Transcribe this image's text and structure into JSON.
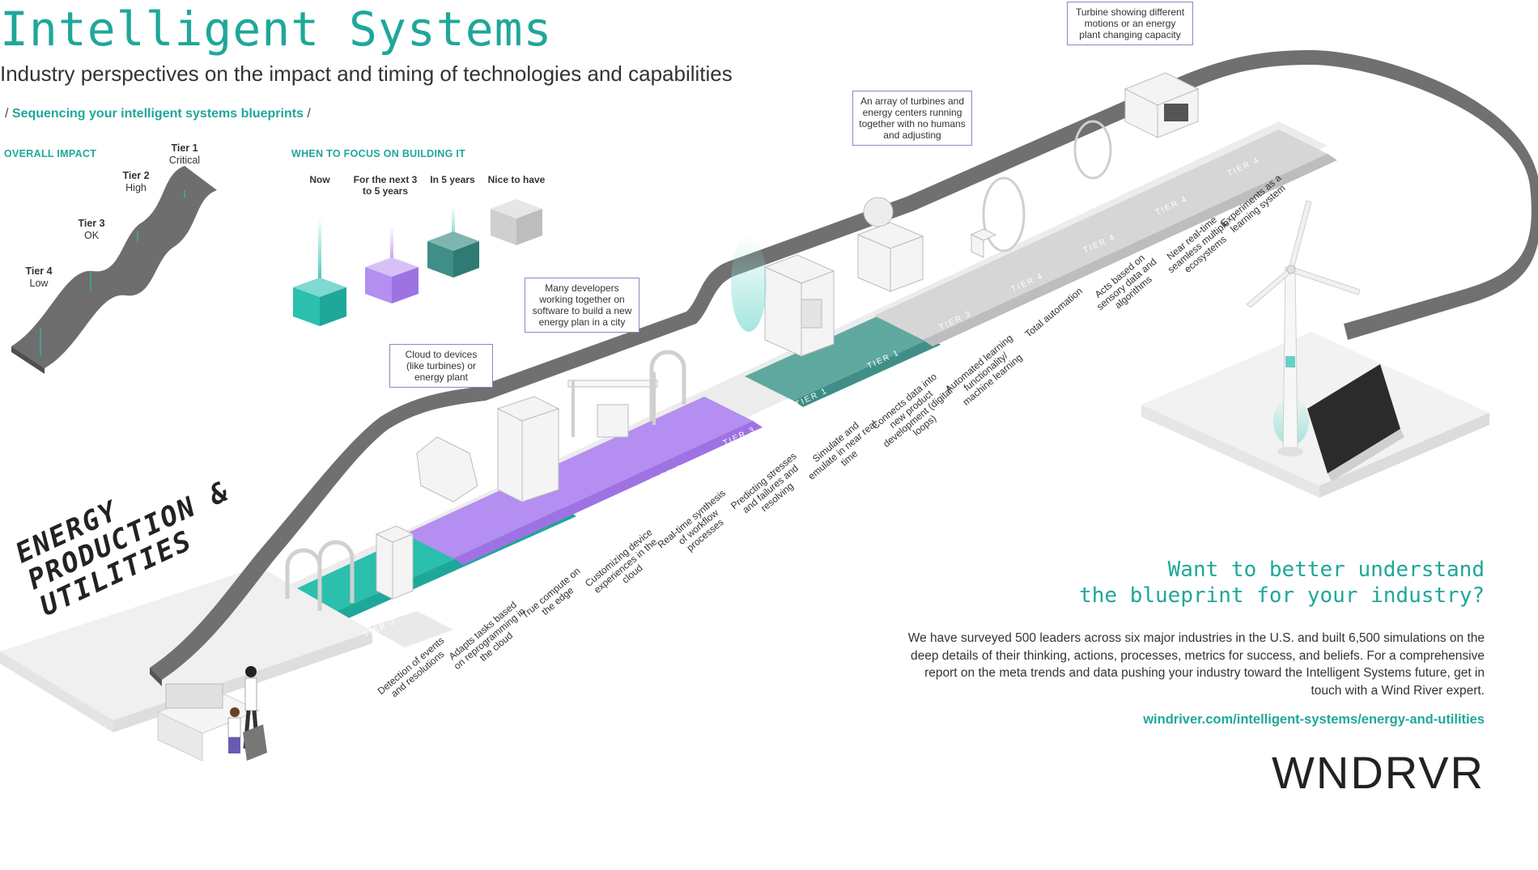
{
  "header": {
    "title": "Intelligent Systems",
    "subtitle": "Industry perspectives on the impact and timing of technologies and capabilities",
    "breadcrumb_prefix": "/ ",
    "breadcrumb_link": "Sequencing your intelligent systems blueprints",
    "breadcrumb_suffix": " /"
  },
  "legend": {
    "overall_impact_heading": "OVERALL IMPACT",
    "impact_tiers": [
      {
        "tier": "Tier 1",
        "level": "Critical"
      },
      {
        "tier": "Tier 2",
        "level": "High"
      },
      {
        "tier": "Tier 3",
        "level": "OK"
      },
      {
        "tier": "Tier 4",
        "level": "Low"
      }
    ],
    "focus_heading": "WHEN TO FOCUS ON BUILDING IT",
    "focus_options": [
      {
        "label": "Now",
        "color": "#2bbfae"
      },
      {
        "label": "For the next 3 to 5 years",
        "color": "#b48ef0"
      },
      {
        "label": "In 5 years",
        "color": "#3f8f88"
      },
      {
        "label": "Nice to have",
        "color": "#bdbdbd"
      }
    ]
  },
  "industry_label": "ENERGY PRODUCTION & UTILITIES",
  "callouts": [
    {
      "text": "Cloud to devices (like turbines) or energy plant"
    },
    {
      "text": "Many developers working together on software to build a new energy plan in a city"
    },
    {
      "text": "An array of turbines and energy centers running together with no humans and adjusting"
    },
    {
      "text": "Turbine showing different motions or an energy plant changing capacity"
    }
  ],
  "capabilities": [
    {
      "label": "Detection of events and resolutions",
      "tier": "TIER 2",
      "focus": "Now"
    },
    {
      "label": "Adapts tasks based on reprogramming in the cloud",
      "tier": "TIER 3",
      "focus": "Now"
    },
    {
      "label": "True compute on the edge",
      "tier": "TIER 1",
      "focus": "For the next 3 to 5 years"
    },
    {
      "label": "Customizing device experiences in the cloud",
      "tier": "TIER 2",
      "focus": "For the next 3 to 5 years"
    },
    {
      "label": "Real-time synthesis of workflow processes",
      "tier": "TIER 3",
      "focus": "For the next 3 to 5 years"
    },
    {
      "label": "Predicting stresses and failures and resolving",
      "tier": "TIER 3",
      "focus": "For the next 3 to 5 years"
    },
    {
      "label": "Simulate and emulate in near real time",
      "tier": "TIER 1",
      "focus": "In 5 years"
    },
    {
      "label": "Connects data into new product development (digital loops)",
      "tier": "TIER 1",
      "focus": "In 5 years"
    },
    {
      "label": "Automated learning functionality/ machine learning",
      "tier": "TIER 3",
      "focus": "Nice to have"
    },
    {
      "label": "Total automation",
      "tier": "TIER 4",
      "focus": "Nice to have"
    },
    {
      "label": "Acts based on sensory data and algorithms",
      "tier": "TIER 4",
      "focus": "Nice to have"
    },
    {
      "label": "Near real-time seamless multiple ecosystems",
      "tier": "TIER 4",
      "focus": "Nice to have"
    },
    {
      "label": "Experiments as a learning system",
      "tier": "TIER 4",
      "focus": "Nice to have"
    }
  ],
  "cta": {
    "heading_line1": "Want to better understand",
    "heading_line2": "the blueprint for your industry?",
    "body": "We have surveyed 500 leaders across six major industries in the U.S. and built 6,500 simulations on the deep details of their thinking, actions, processes, metrics for success, and beliefs. For a comprehensive report on the meta trends and data pushing your industry toward the Intelligent Systems future, get in touch with a Wind River expert.",
    "url": "windriver.com/intelligent-systems/energy-and-utilities",
    "logo": "WNDRVR"
  },
  "colors": {
    "teal": "#2bbfae",
    "dark_teal": "#3f8f88",
    "purple": "#b48ef0",
    "gray": "#d9d9d9",
    "accent": "#1fa79a"
  }
}
